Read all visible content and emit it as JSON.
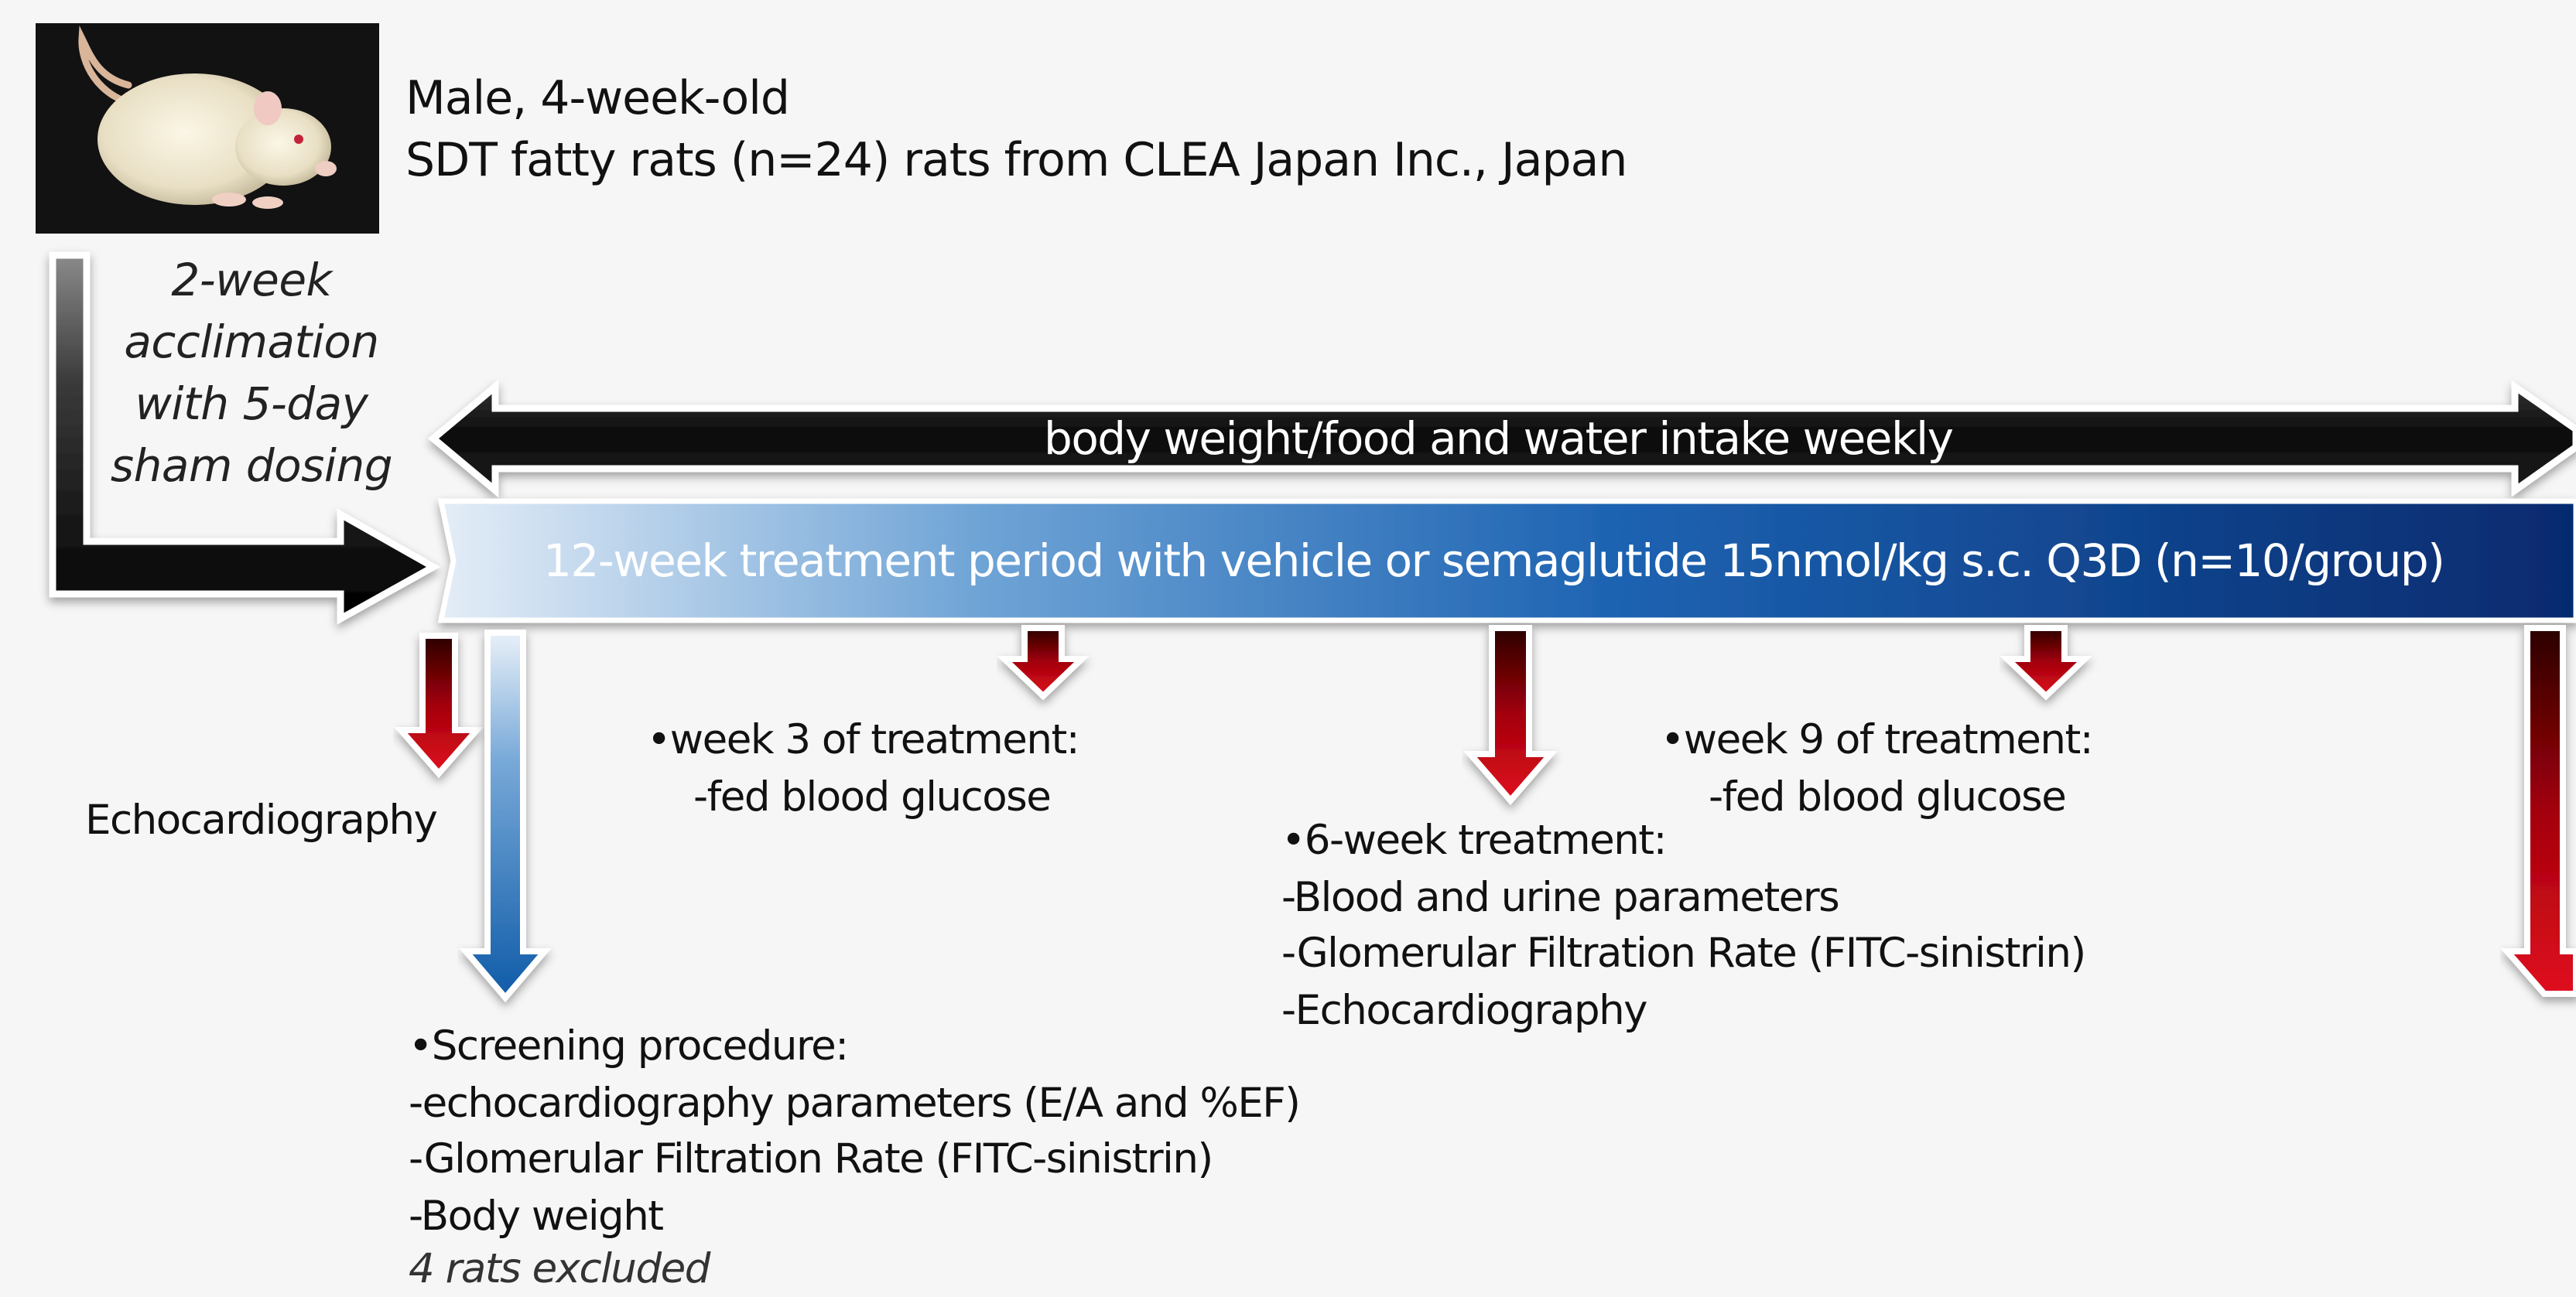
{
  "subject": {
    "line1": "Male, 4-week-old",
    "line2": "SDT fatty rats (n=24) rats from CLEA Japan Inc., Japan"
  },
  "acclimation": {
    "lines": [
      "2-week",
      "acclimation",
      "with 5-day",
      "sham dosing"
    ]
  },
  "monitoring_label": "body weight/food and water intake weekly",
  "treatment_label": "12-week treatment period with vehicle or semaglutide 15nmol/kg s.c. Q3D (n=10/group)",
  "baseline_echo": "Echocardiography",
  "screening": {
    "heading": "•Screening procedure:",
    "items": [
      "-echocardiography parameters (E/A and %EF)",
      "-Glomerular Filtration Rate (FITC-sinistrin)",
      "-Body weight"
    ],
    "note": "4 rats excluded"
  },
  "week3": {
    "heading": "•week 3 of treatment:",
    "item": "-fed blood glucose"
  },
  "week6": {
    "heading": "•6-week treatment:",
    "items": [
      "-Blood and urine parameters",
      "-Glomerular Filtration Rate (FITC-sinistrin)",
      "-Echocardiography"
    ]
  },
  "week9": {
    "heading": "•week 9 of treatment:",
    "item": "-fed blood glucose"
  },
  "colors": {
    "red_arrow": "#b0000b",
    "blue_arrow": "#1e6bb8",
    "treatment_dark": "#062a6e",
    "treatment_light": "#dfeaf6",
    "black_arrow": "#1a1a1a"
  }
}
